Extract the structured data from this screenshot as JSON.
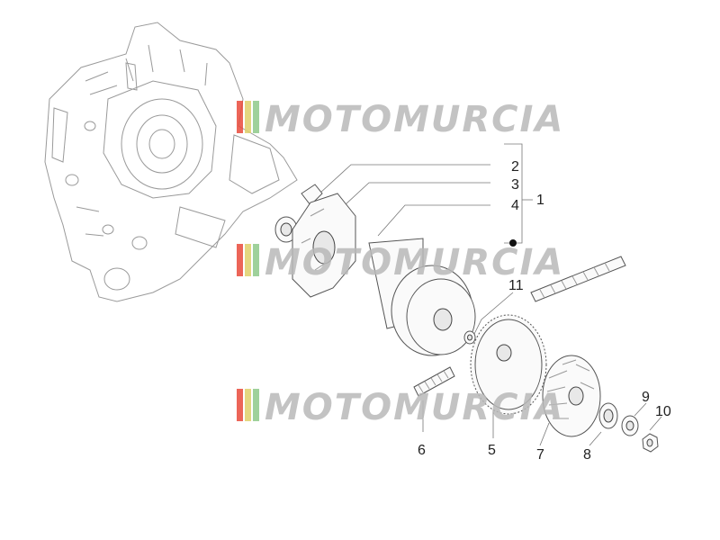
{
  "watermark": {
    "brand_text": "MOTOMURCIA",
    "stripe_colors": [
      "#e94b3c",
      "#e0d16a",
      "#8fc98a"
    ],
    "text_color": "#b9b9b9"
  },
  "labels": {
    "l1": "1",
    "l2": "2",
    "l3": "3",
    "l4": "4",
    "l5": "5",
    "l6": "6",
    "l7": "7",
    "l8": "8",
    "l9": "9",
    "l10": "10",
    "l11": "11"
  },
  "colors": {
    "line": "#555555",
    "label": "#222222",
    "background": "#ffffff"
  }
}
